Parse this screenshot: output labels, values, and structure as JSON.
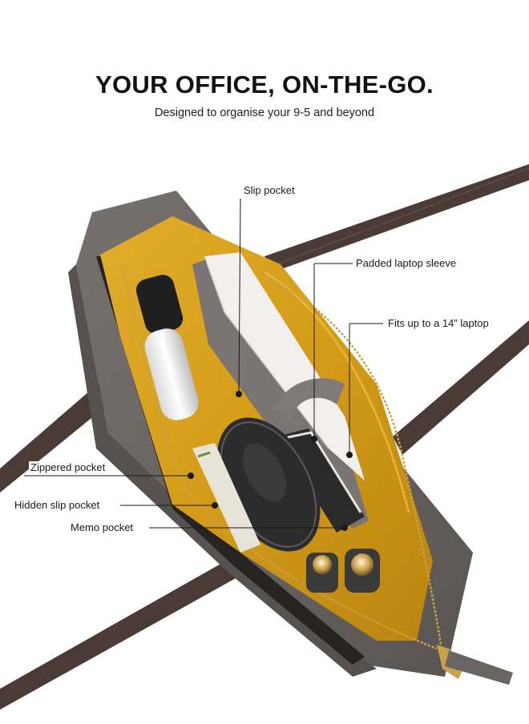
{
  "headline": "YOUR OFFICE, ON-THE-GO.",
  "subline": "Designed to organise your 9-5 and beyond",
  "callouts": {
    "slip_pocket": "Slip pocket",
    "padded_laptop_sleeve": "Padded laptop sleeve",
    "fits_laptop": "Fits up to a 14” laptop",
    "zippered_pocket": "Zippered pocket",
    "hidden_slip_pocket": "Hidden slip pocket",
    "memo_pocket": "Memo pocket"
  },
  "colors": {
    "bag_leather": "#6b6563",
    "bag_leather_dark": "#4e4947",
    "strap": "#4a3b36",
    "lining": "#d9a520",
    "lining_dark": "#b8860f",
    "zipper_teeth": "#c9a24a"
  }
}
